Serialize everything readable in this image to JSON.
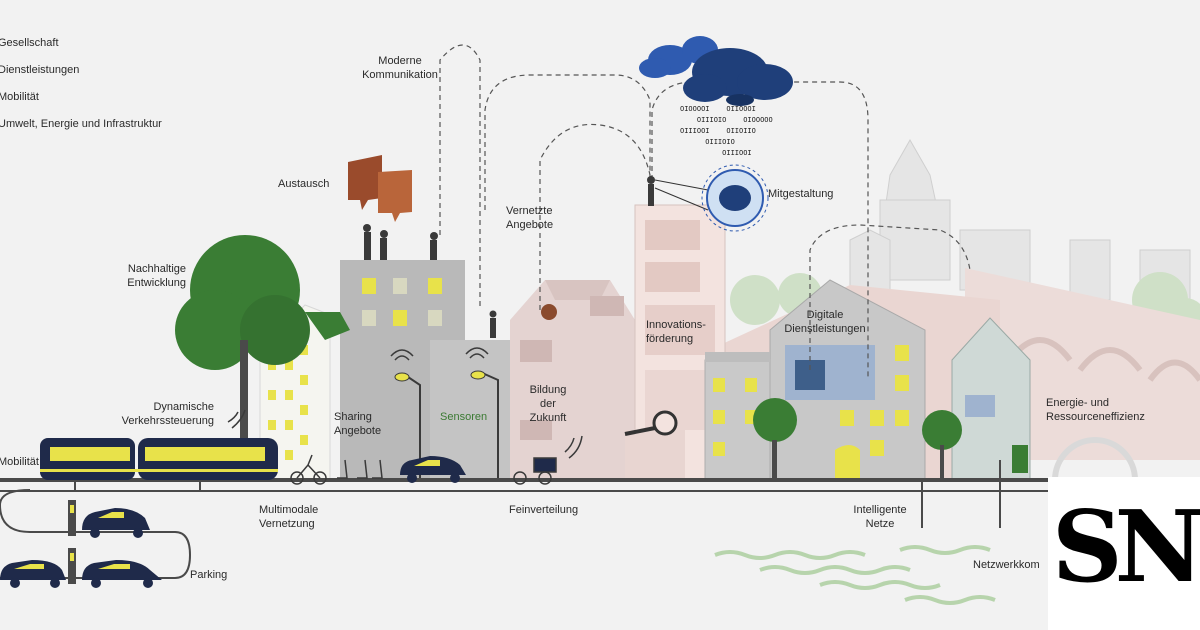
{
  "legend": [
    "Gesellschaft",
    "Dienstleistungen",
    "Mobilität",
    "Umwelt, Energie und Infrastruktur"
  ],
  "binary": "OIOOOOI    OIIOOOI\n    OIIIOIO    OIOOOOO\nOIIIOOI    OIIOIIO\n      OIIIOIO\n          OIIIOOI",
  "labels": {
    "moderne_kommunikation": "Moderne\nKommunikation",
    "austausch": "Austausch",
    "mitgestaltung": "Mitgestaltung",
    "vernetzte_angebote": "Vernetzte\nAngebote",
    "nachhaltige_entwicklung": "Nachhaltige\nEntwicklung",
    "innovationsfoerderung": "Innovations-\nförderung",
    "digitale_dienstleistungen": "Digitale\nDienstleistungen",
    "sharing_angebote": "Sharing\nAngebote",
    "sensoren": "Sensoren",
    "bildung_der_zukunft": "Bildung\nder\nZukunft",
    "energie_ressourceneffizienz": "Energie- und\nRessourceneffizienz",
    "dynamische_verkehrssteuerung": "Dynamische\nVerkehrssteuerung",
    "mobilitaet": "Mobilität",
    "multimodale_vernetzung": "Multimodale\nVernetzung",
    "feinverteilung": "Feinverteilung",
    "intelligente_netze": "Intelligente\nNetze",
    "netzwerkkom": "Netzwerkkom",
    "parking": "Parking"
  },
  "logo": "SN",
  "colors": {
    "background": "#f2f2f2",
    "tree_green": "#3a7d34",
    "building_grey": "#b9b9b9",
    "building_pink": "#e8d5d1",
    "highlight_yellow": "#e8e24a",
    "cloud_blue": "#1f3f7a",
    "bubble_brown": "#9a4b2c",
    "road": "#4a4a4a"
  }
}
